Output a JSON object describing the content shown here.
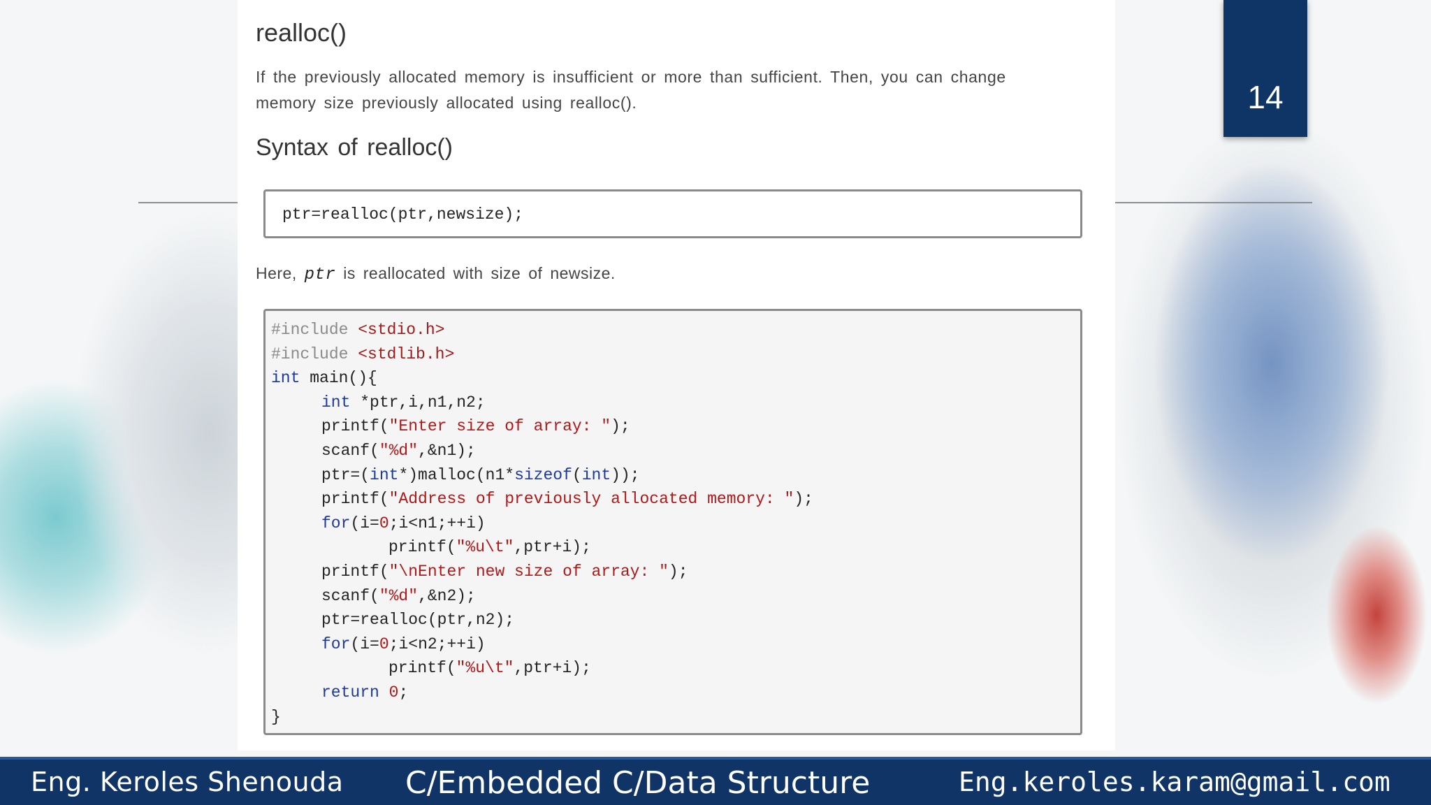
{
  "slide": {
    "number": "14"
  },
  "content": {
    "title": "realloc()",
    "description_line1": "If the previously allocated memory is insufficient or more than sufficient. Then, you can change",
    "description_line2": "memory size previously allocated using realloc().",
    "syntax_heading": "Syntax of realloc()",
    "syntax_code": "ptr=realloc(ptr,newsize);",
    "here_prefix": "Here, ",
    "here_var": "ptr",
    "here_suffix": " is reallocated with size of newsize."
  },
  "code_lines": [
    {
      "indent": 0,
      "tokens": [
        {
          "t": "#include ",
          "c": "pre"
        },
        {
          "t": "<stdio.h>",
          "c": "inc"
        }
      ]
    },
    {
      "indent": 0,
      "tokens": [
        {
          "t": "#include ",
          "c": "pre"
        },
        {
          "t": "<stdlib.h>",
          "c": "inc"
        }
      ]
    },
    {
      "indent": 0,
      "tokens": [
        {
          "t": "int",
          "c": "kw"
        },
        {
          "t": " main(){",
          "c": ""
        }
      ]
    },
    {
      "indent": 1,
      "tokens": [
        {
          "t": "int",
          "c": "kw"
        },
        {
          "t": " *ptr,i,n1,n2;",
          "c": ""
        }
      ]
    },
    {
      "indent": 1,
      "tokens": [
        {
          "t": "printf(",
          "c": ""
        },
        {
          "t": "\"Enter size of array: \"",
          "c": "str"
        },
        {
          "t": ");",
          "c": ""
        }
      ]
    },
    {
      "indent": 1,
      "tokens": [
        {
          "t": "scanf(",
          "c": ""
        },
        {
          "t": "\"%d\"",
          "c": "str"
        },
        {
          "t": ",&n1);",
          "c": ""
        }
      ]
    },
    {
      "indent": 1,
      "tokens": [
        {
          "t": "ptr=(",
          "c": ""
        },
        {
          "t": "int",
          "c": "kw"
        },
        {
          "t": "*)malloc(n1*",
          "c": ""
        },
        {
          "t": "sizeof",
          "c": "kw"
        },
        {
          "t": "(",
          "c": ""
        },
        {
          "t": "int",
          "c": "kw"
        },
        {
          "t": "));",
          "c": ""
        }
      ]
    },
    {
      "indent": 1,
      "tokens": [
        {
          "t": "printf(",
          "c": ""
        },
        {
          "t": "\"Address of previously allocated memory: \"",
          "c": "str"
        },
        {
          "t": ");",
          "c": ""
        }
      ]
    },
    {
      "indent": 1,
      "tokens": [
        {
          "t": "for",
          "c": "kw"
        },
        {
          "t": "(i=",
          "c": ""
        },
        {
          "t": "0",
          "c": "num"
        },
        {
          "t": ";i<n1;++i)",
          "c": ""
        }
      ]
    },
    {
      "indent": 2,
      "tokens": [
        {
          "t": "printf(",
          "c": ""
        },
        {
          "t": "\"%u\\t\"",
          "c": "str"
        },
        {
          "t": ",ptr+i);",
          "c": ""
        }
      ]
    },
    {
      "indent": 1,
      "tokens": [
        {
          "t": "printf(",
          "c": ""
        },
        {
          "t": "\"\\nEnter new size of array: \"",
          "c": "str"
        },
        {
          "t": ");",
          "c": ""
        }
      ]
    },
    {
      "indent": 1,
      "tokens": [
        {
          "t": "scanf(",
          "c": ""
        },
        {
          "t": "\"%d\"",
          "c": "str"
        },
        {
          "t": ",&n2);",
          "c": ""
        }
      ]
    },
    {
      "indent": 1,
      "tokens": [
        {
          "t": "ptr=realloc(ptr,n2);",
          "c": ""
        }
      ]
    },
    {
      "indent": 1,
      "tokens": [
        {
          "t": "for",
          "c": "kw"
        },
        {
          "t": "(i=",
          "c": ""
        },
        {
          "t": "0",
          "c": "num"
        },
        {
          "t": ";i<n2;++i)",
          "c": ""
        }
      ]
    },
    {
      "indent": 2,
      "tokens": [
        {
          "t": "printf(",
          "c": ""
        },
        {
          "t": "\"%u\\t\"",
          "c": "str"
        },
        {
          "t": ",ptr+i);",
          "c": ""
        }
      ]
    },
    {
      "indent": 1,
      "tokens": [
        {
          "t": "return",
          "c": "kw"
        },
        {
          "t": " ",
          "c": ""
        },
        {
          "t": "0",
          "c": "num"
        },
        {
          "t": ";",
          "c": ""
        }
      ]
    },
    {
      "indent": 0,
      "tokens": [
        {
          "t": "}",
          "c": ""
        }
      ]
    }
  ],
  "footer": {
    "author": "Eng. Keroles Shenouda",
    "course": "C/Embedded C/Data Structure",
    "email": "Eng.keroles.karam@gmail.com"
  },
  "colors": {
    "footer_bg": "#103466",
    "slide_number_bg": "#0f3466",
    "keyword": "#1c3a9e",
    "string": "#b01818"
  }
}
